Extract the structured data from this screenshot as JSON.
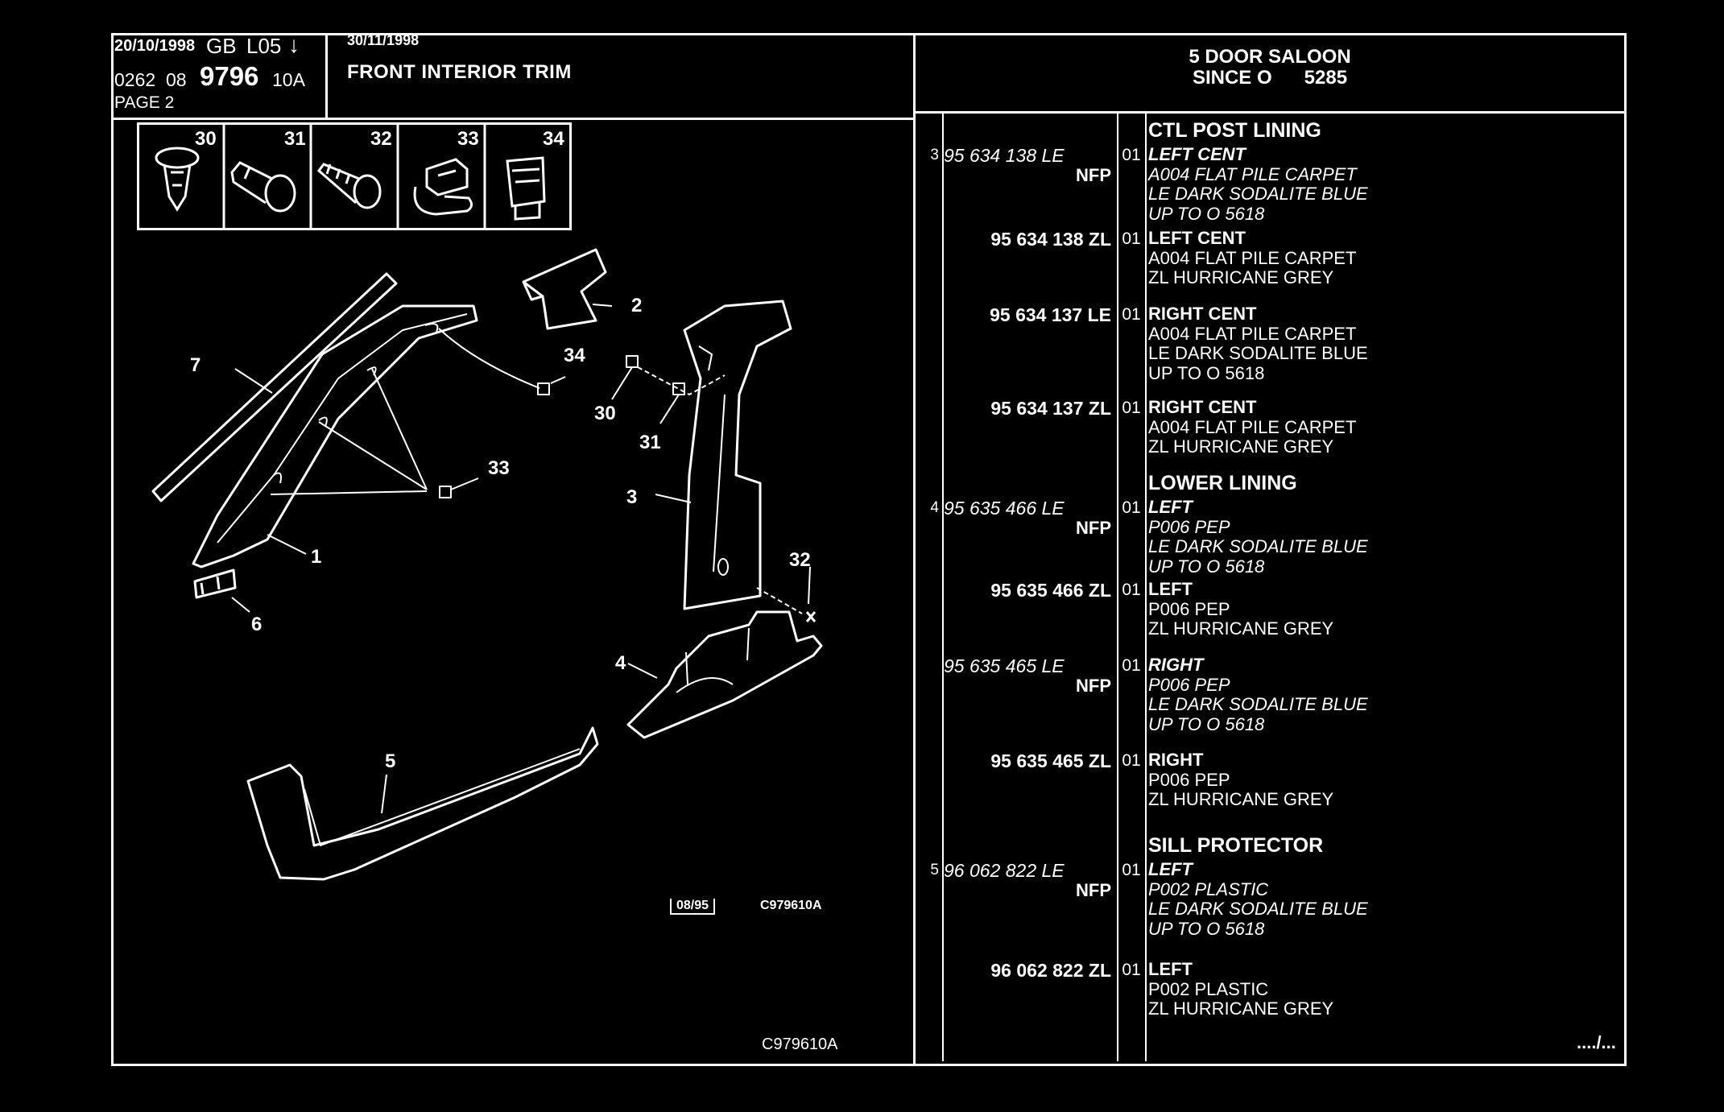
{
  "header": {
    "date1": "20/10/1998",
    "region": "GB",
    "code": "L05",
    "arrow": "↓",
    "ref_prefix": "0262  08",
    "ref_big": "9796",
    "ref_suffix": "10A",
    "page": "PAGE 2",
    "date2": "30/11/1998",
    "title": "FRONT INTERIOR TRIM",
    "model_line1": "5 DOOR SALOON",
    "model_line2": "SINCE O      5285"
  },
  "fasteners": [
    "30",
    "31",
    "32",
    "33",
    "34"
  ],
  "callouts": [
    "1",
    "2",
    "3",
    "4",
    "5",
    "6",
    "7",
    "30",
    "31",
    "32",
    "33",
    "34"
  ],
  "drawing": {
    "date_box": "08/95",
    "code_small": "C979610A",
    "code_bottom": "C979610A"
  },
  "parts": [
    {
      "num": "3",
      "head": "CTL POST LINING",
      "ref": "95 634 138 LE",
      "nfp": "NFP",
      "qty": "01",
      "italic": true,
      "lines": [
        "LEFT CENT",
        "A004 FLAT PILE CARPET",
        "LE DARK SODALITE BLUE",
        "UP TO O 5618"
      ]
    },
    {
      "num": "",
      "head": "",
      "ref": "95 634 138 ZL",
      "nfp": "",
      "qty": "01",
      "italic": false,
      "lines": [
        "LEFT CENT",
        "A004 FLAT PILE CARPET",
        "ZL HURRICANE GREY"
      ]
    },
    {
      "num": "",
      "head": "",
      "ref": "95 634 137 LE",
      "nfp": "",
      "qty": "01",
      "italic": false,
      "lines": [
        "RIGHT CENT",
        "A004 FLAT PILE CARPET",
        "LE DARK SODALITE BLUE",
        "UP TO O 5618"
      ]
    },
    {
      "num": "",
      "head": "",
      "ref": "95 634 137 ZL",
      "nfp": "",
      "qty": "01",
      "italic": false,
      "lines": [
        "RIGHT CENT",
        "A004 FLAT PILE CARPET",
        "ZL HURRICANE GREY"
      ]
    },
    {
      "num": "4",
      "head": "LOWER LINING",
      "ref": "95 635 466 LE",
      "nfp": "NFP",
      "qty": "01",
      "italic": true,
      "lines": [
        "LEFT",
        "P006 PEP",
        "LE DARK SODALITE BLUE",
        "UP TO O 5618"
      ]
    },
    {
      "num": "",
      "head": "",
      "ref": "95 635 466 ZL",
      "nfp": "",
      "qty": "01",
      "italic": false,
      "lines": [
        "LEFT",
        "P006 PEP",
        "ZL HURRICANE GREY"
      ]
    },
    {
      "num": "",
      "head": "",
      "ref": "95 635 465 LE",
      "nfp": "NFP",
      "qty": "01",
      "italic": true,
      "lines": [
        "RIGHT",
        "P006 PEP",
        "LE DARK SODALITE BLUE",
        "UP TO O 5618"
      ]
    },
    {
      "num": "",
      "head": "",
      "ref": "95 635 465 ZL",
      "nfp": "",
      "qty": "01",
      "italic": false,
      "lines": [
        "RIGHT",
        "P006 PEP",
        "ZL HURRICANE GREY"
      ]
    },
    {
      "num": "5",
      "head": "SILL PROTECTOR",
      "ref": "96 062 822 LE",
      "nfp": "NFP",
      "qty": "01",
      "italic": true,
      "lines": [
        "LEFT",
        "P002 PLASTIC",
        "LE DARK SODALITE BLUE",
        "UP TO O 5618"
      ]
    },
    {
      "num": "",
      "head": "",
      "ref": "96 062 822 ZL",
      "nfp": "",
      "qty": "01",
      "italic": false,
      "lines": [
        "LEFT",
        "P002 PLASTIC",
        "ZL HURRICANE GREY"
      ]
    }
  ],
  "continued": "..../..."
}
